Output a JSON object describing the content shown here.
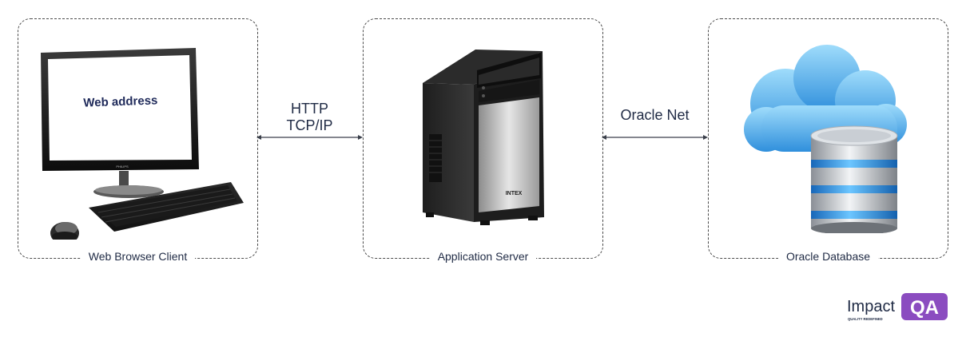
{
  "nodes": {
    "client": {
      "label": "Web Browser Client",
      "screen_text": "Web address",
      "monitor_brand": "PHILIPS"
    },
    "server": {
      "label": "Application Server",
      "case_brand": "INTEX"
    },
    "database": {
      "label": "Oracle Database"
    }
  },
  "connections": [
    {
      "lines": [
        "HTTP",
        "TCP/IP"
      ]
    },
    {
      "lines": [
        "Oracle Net"
      ]
    }
  ],
  "logo": {
    "word": "Impact",
    "mark": "QA",
    "tagline": "QUALITY REDEFINED"
  },
  "colors": {
    "text": "#1f2a44",
    "line": "#3a3f4a",
    "logo_purple": "#8b4cc0",
    "db_blue": "#2f8fdc",
    "cloud_blue": "#5ab6ee"
  }
}
